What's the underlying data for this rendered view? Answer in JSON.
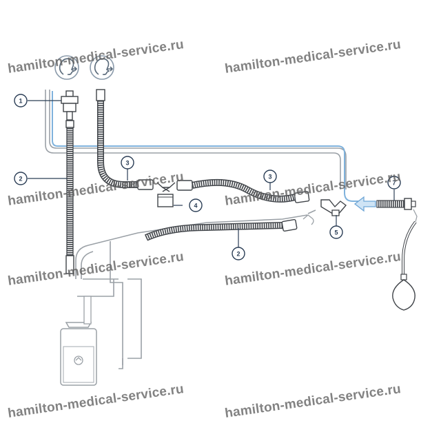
{
  "callouts": [
    {
      "id": "c1",
      "label": "1"
    },
    {
      "id": "c2a",
      "label": "2"
    },
    {
      "id": "c3a",
      "label": "3"
    },
    {
      "id": "c3b",
      "label": "3"
    },
    {
      "id": "c4",
      "label": "4"
    },
    {
      "id": "c2b",
      "label": "2"
    },
    {
      "id": "c5",
      "label": "5"
    },
    {
      "id": "c7",
      "label": "7"
    }
  ],
  "watermark": {
    "text": "hamilton-medical-service.ru",
    "color": "#5f5f5f"
  },
  "colors": {
    "line": "#9aa0a6",
    "tube": "#3f4348",
    "gas_line": "#7fb2dc",
    "callout_stroke": "#2a3d55"
  },
  "icons": [
    "patient-head-exhale-icon",
    "patient-head-inhale-icon"
  ]
}
